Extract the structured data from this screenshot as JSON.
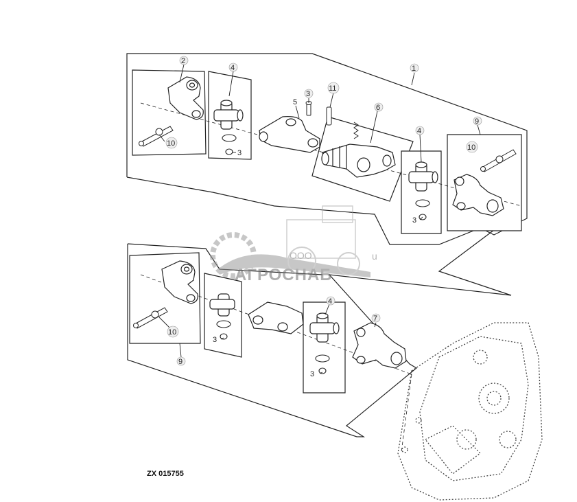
{
  "callouts": {
    "c1": "1",
    "c2": "2",
    "c3": "3",
    "c4": "4",
    "c5": "5",
    "c6": "6",
    "c7": "7",
    "c9": "9",
    "c10": "10",
    "c11": "11"
  },
  "drawing_code": "ZX 015755",
  "watermark": {
    "prefix": "ООО",
    "name": "АГРОСНАБ",
    "suffix": "u",
    "logo": "gear-tractor-logo"
  },
  "colors": {
    "line": "#222222",
    "watermark": "#8a8a8a",
    "background": "#ffffff"
  }
}
